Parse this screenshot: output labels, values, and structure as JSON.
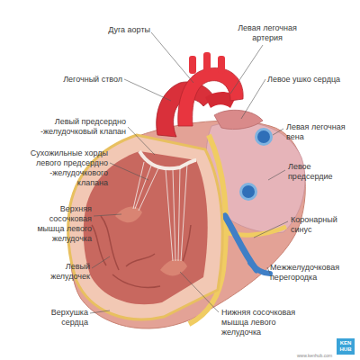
{
  "diagram": {
    "labels": [
      "Дуга аорты",
      "Левая легочная артерия",
      "Легочный ствол",
      "Левое ушко сердца",
      "Левый предсердно -желудочковый клапан",
      "Сухожильные хорды левого предсердно -желудочкового клапана",
      "Левая легочная вена",
      "Левое предсердие",
      "Верхняя сосочковая мышца левого желудочка",
      "Коронарный синус",
      "Левый желудочек",
      "Межжелудочковая перегородка",
      "Верхушка сердца",
      "Нижняя сосочковая мышца левого желудочка",
      "KEN HUB",
      "www.kenhub.com"
    ]
  }
}
